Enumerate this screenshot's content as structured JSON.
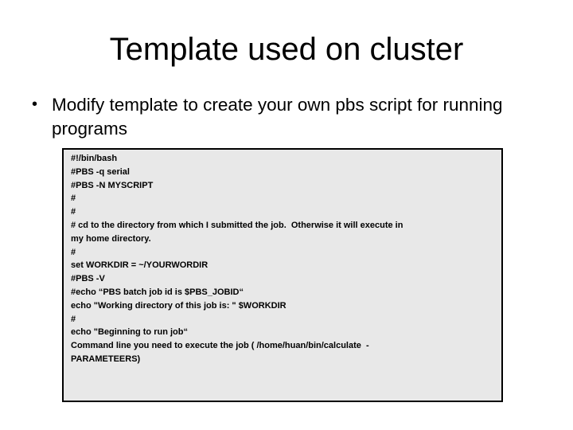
{
  "slide": {
    "title": "Template used on cluster",
    "bullet": {
      "marker": "•",
      "text": "Modify template to create your own pbs script for running programs"
    },
    "code_box": {
      "background_color": "#e8e8e8",
      "border_color": "#000000",
      "lines": [
        "#!/bin/bash",
        "#PBS -q serial",
        "#PBS -N MYSCRIPT",
        "#",
        "#",
        "# cd to the directory from which I submitted the job.  Otherwise it will execute in",
        "my home directory.",
        "#",
        "set WORKDIR = ~/YOURWORDIR",
        "#PBS -V",
        "#echo “PBS batch job id is $PBS_JOBID“",
        "echo \"Working directory of this job is: \" $WORKDIR",
        "#",
        "echo \"Beginning to run job“",
        "Command line you need to execute the job ( /home/huan/bin/calculate  -",
        "PARAMETEERS)"
      ]
    }
  }
}
